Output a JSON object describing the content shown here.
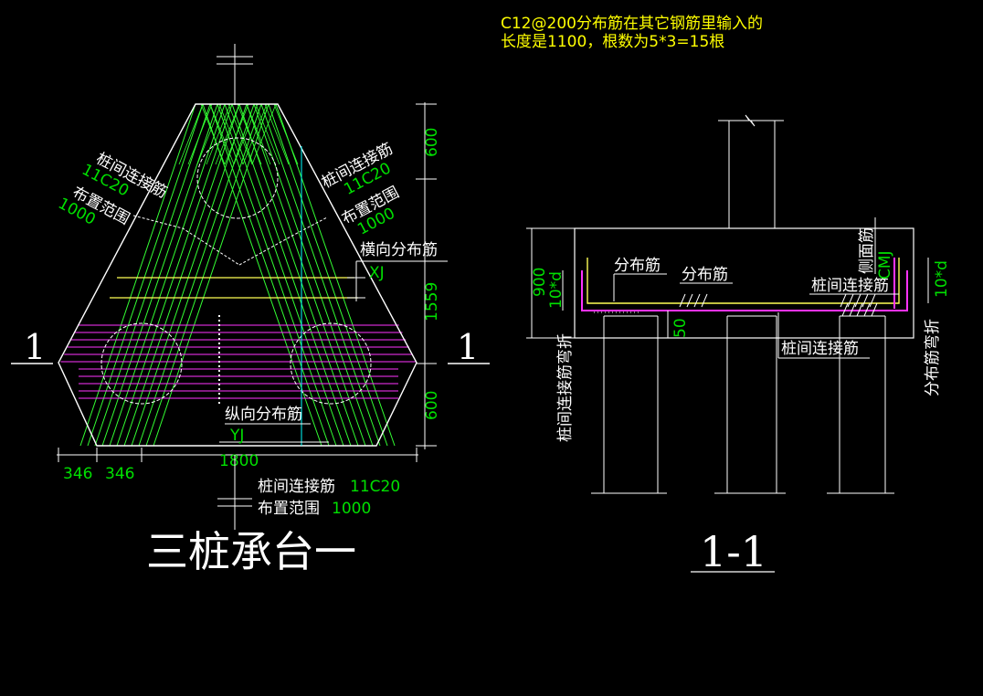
{
  "colors": {
    "background": "#000000",
    "outline": "#ffffff",
    "rebar": "#33ff33",
    "distribution": "#ffff55",
    "side_rebar": "#ff33ff",
    "dimension_text": "#00e000",
    "cyan_line": "#00ffff"
  },
  "note": {
    "line1": "C12@200分布筋在其它钢筋里输入的",
    "line2": "长度是1100，根数为5*3=15根"
  },
  "plan": {
    "title": "三桩承台一",
    "section_mark_left": "1",
    "section_mark_right": "1",
    "left_label": {
      "name": "桩间连接筋",
      "spec": "11C20",
      "range_label": "布置范围",
      "range": "1000"
    },
    "right_label": {
      "name": "桩间连接筋",
      "spec": "11C20",
      "range_label": "布置范围",
      "range": "1000"
    },
    "bottom_label": {
      "name": "桩间连接筋",
      "spec": "11C20",
      "range_label": "布置范围",
      "range": "1000"
    },
    "horizontal_dist": "横向分布筋",
    "longitudinal_dist": "纵向分布筋",
    "xj": "XJ",
    "yj": "YJ",
    "dim_right_top": "600",
    "dim_right_mid": "1559",
    "dim_right_bot": "600",
    "dim_bottom_total": "1800",
    "dim_bottom_a": "346",
    "dim_bottom_b": "346"
  },
  "section": {
    "title": "1-1",
    "dim_height": "900",
    "dim_left_bend": "10*d",
    "dim_right_bend": "10*d",
    "dim_50": "50",
    "dist_rebar_a": "分布筋",
    "dist_rebar_b": "分布筋",
    "pile_link_upper": "桩间连接筋",
    "pile_link_lower": "桩间连接筋",
    "side_face": "侧面筋",
    "cmj": "CMJ",
    "pile_link_bend": "桩间连接筋弯折",
    "dist_bend": "分布筋弯折"
  }
}
